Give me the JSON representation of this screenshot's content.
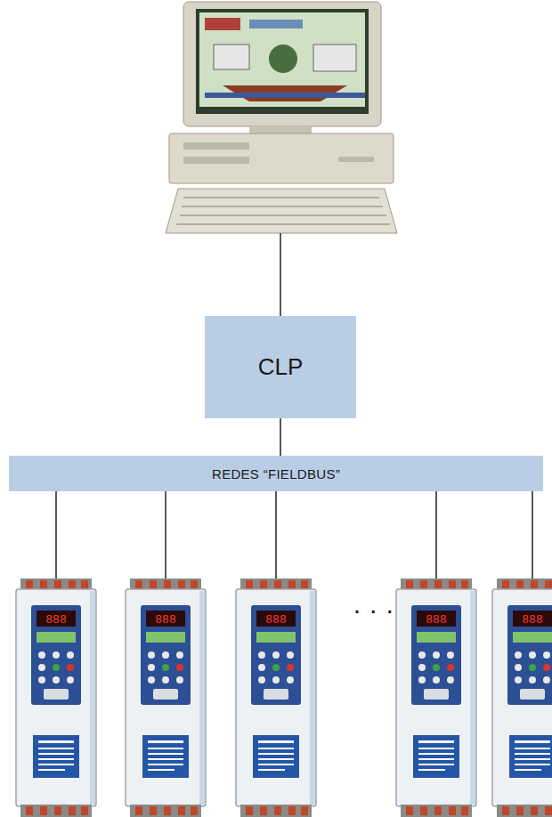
{
  "diagram": {
    "nodes": [
      {
        "text": [
          "CLP"
        ]
      },
      {
        "text": [
          "REDES “FIELDBUS”"
        ]
      }
    ],
    "edges": [
      {
        "from": 0,
        "to": 1,
        "arrow": "none"
      }
    ],
    "labels": [
      "· · ·"
    ]
  }
}
